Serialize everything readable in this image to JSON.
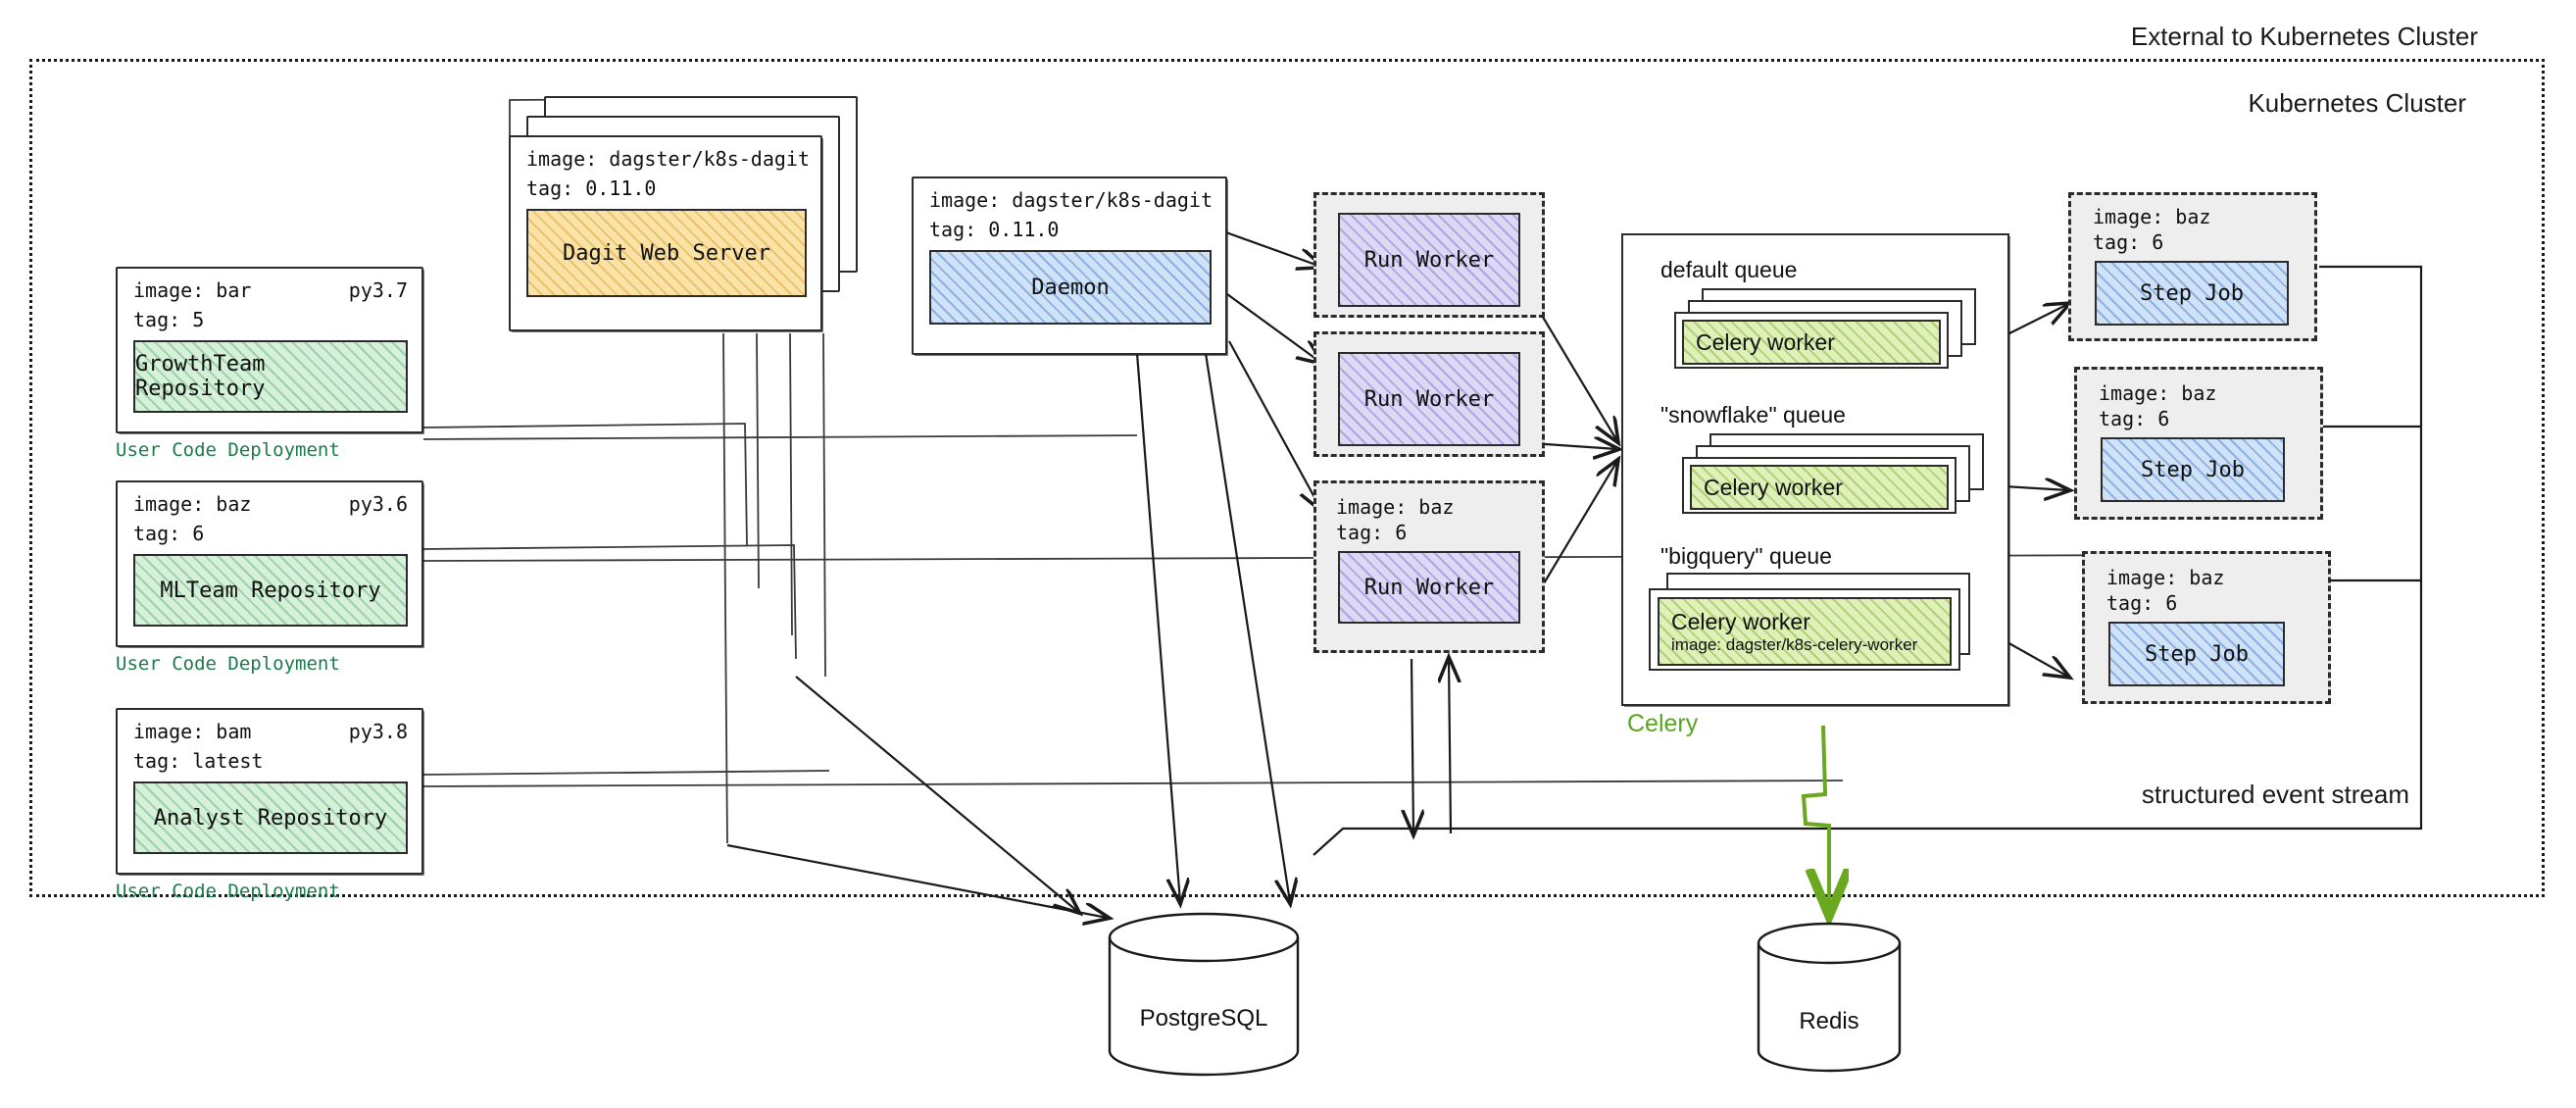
{
  "regions": {
    "external_label": "External to Kubernetes Cluster",
    "k8s_label": "Kubernetes Cluster",
    "event_stream_label": "structured event stream"
  },
  "user_code_deployments": [
    {
      "image": "image: bar",
      "python": "py3.7",
      "tag": "tag: 5",
      "repository": "GrowthTeam Repository",
      "deployment_label": "User Code Deployment"
    },
    {
      "image": "image: baz",
      "python": "py3.6",
      "tag": "tag: 6",
      "repository": "MLTeam Repository",
      "deployment_label": "User Code Deployment"
    },
    {
      "image": "image: bam",
      "python": "py3.8",
      "tag": "tag: latest",
      "repository": "Analyst Repository",
      "deployment_label": "User Code Deployment"
    }
  ],
  "dagit": {
    "image": "image: dagster/k8s-dagit",
    "tag": "tag: 0.11.0",
    "title": "Dagit Web Server"
  },
  "daemon": {
    "image": "image: dagster/k8s-dagit",
    "tag": "tag: 0.11.0",
    "title": "Daemon"
  },
  "run_workers": [
    {
      "title": "Run Worker",
      "image": "",
      "tag": ""
    },
    {
      "title": "Run Worker",
      "image": "",
      "tag": ""
    },
    {
      "title": "Run Worker",
      "image": "image: baz",
      "tag": "tag: 6"
    }
  ],
  "celery": {
    "label": "Celery",
    "queues": [
      {
        "title": "default queue",
        "worker": "Celery worker",
        "worker_image": "",
        "stack": 3
      },
      {
        "title": "\"snowflake\" queue",
        "worker": "Celery worker",
        "worker_image": "",
        "stack": 3
      },
      {
        "title": "\"bigquery\" queue",
        "worker": "Celery worker",
        "worker_image": "image: dagster/k8s-celery-worker",
        "stack": 2
      }
    ]
  },
  "step_jobs": [
    {
      "image": "image: baz",
      "tag": "tag: 6",
      "title": "Step Job"
    },
    {
      "image": "image: baz",
      "tag": "tag: 6",
      "title": "Step Job"
    },
    {
      "image": "image: baz",
      "tag": "tag: 6",
      "title": "Step Job"
    }
  ],
  "datastores": [
    {
      "name": "PostgreSQL"
    },
    {
      "name": "Redis"
    }
  ],
  "colors": {
    "repo_green": "#d7f0da",
    "dagit_orange": "#fbe3a8",
    "daemon_blue": "#cfe2f7",
    "run_worker_purple": "#ddd9f5",
    "step_job_blue": "#cfe2f7",
    "celery_worker_green": "#dff0b8",
    "deploy_label_green": "#1f7a4d",
    "celery_label_green": "#5aa520",
    "stroke": "#2b2b2b"
  }
}
